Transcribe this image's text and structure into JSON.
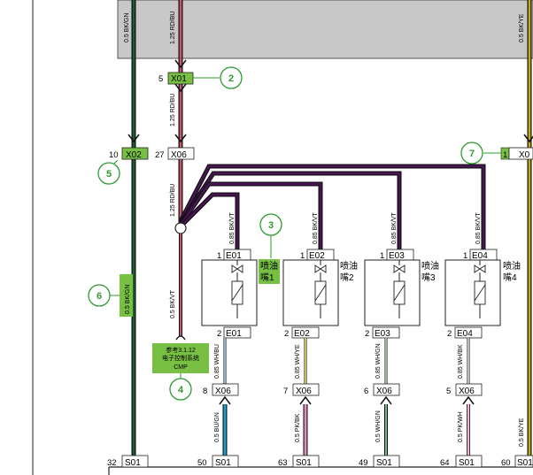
{
  "wires": {
    "left_bk_gn": "0.5 BK/GN",
    "left_bk_gn_lower": "0.5 BK/GN",
    "rd_bu_top": "1.25 RD/BU",
    "rd_bu_mid": "1.25 RD/BU",
    "rd_bu_low": "1.25 RD/BU",
    "bk_vt_branch": "0.5 BK/VT",
    "bk_vt_1": "0.85 BK/VT",
    "bk_vt_2": "0.85 BK/VT",
    "bk_vt_3": "0.85 BK/VT",
    "bk_vt_4": "0.85 BK/VT",
    "e01_out": "0.85 WH/BU",
    "e02_out": "0.85 WH/YE",
    "e03_out": "0.85 WH/GN",
    "e04_out": "0.85 WH/BK",
    "s01_50": "0.5 BU/GN",
    "s01_63": "0.5 PK/BK",
    "s01_49": "0.5 WH/GN",
    "s01_64": "0.5 PK/WH",
    "right_bk_ye_top": "0.5 BK/YE",
    "right_bk_ye_bottom": "0.5 BK/YE"
  },
  "connectors": {
    "x01": "X01",
    "x01_pin": "5",
    "x02": "X02",
    "x02_pin": "10",
    "x06_top": "X06",
    "x06_top_pin": "27",
    "x0_right": "X0",
    "x0_right_pin": "1",
    "e_top": [
      {
        "name": "E01",
        "pin": "1"
      },
      {
        "name": "E02",
        "pin": "1"
      },
      {
        "name": "E03",
        "pin": "1"
      },
      {
        "name": "E04",
        "pin": "1"
      }
    ],
    "e_bottom": [
      {
        "name": "E01",
        "pin": "2"
      },
      {
        "name": "E02",
        "pin": "2"
      },
      {
        "name": "E03",
        "pin": "2"
      },
      {
        "name": "E04",
        "pin": "2"
      }
    ],
    "x06_bottom": [
      {
        "name": "X06",
        "pin": "8"
      },
      {
        "name": "X06",
        "pin": "7"
      },
      {
        "name": "X06",
        "pin": "6"
      },
      {
        "name": "X06",
        "pin": "5"
      }
    ],
    "s01": [
      {
        "name": "S01",
        "pin": "32"
      },
      {
        "name": "S01",
        "pin": "50"
      },
      {
        "name": "S01",
        "pin": "63"
      },
      {
        "name": "S01",
        "pin": "49"
      },
      {
        "name": "S01",
        "pin": "64"
      },
      {
        "name": "S01",
        "pin": "60"
      }
    ]
  },
  "injectors": {
    "inj1_line1": "喷油",
    "inj1_line2": "嘴1",
    "inj2_line1": "喷油",
    "inj2_line2": "嘴2",
    "inj3_line1": "喷油",
    "inj3_line2": "嘴3",
    "inj4_line1": "喷油",
    "inj4_line2": "嘴4"
  },
  "callouts": [
    "2",
    "5",
    "7",
    "3",
    "6",
    "4"
  ],
  "note": {
    "line1": "参考3.1.12",
    "line2": "电子控制系统",
    "line3": "CMP"
  },
  "colors": {
    "connector_green": "#77c043",
    "callout_green": "#2e9a2e",
    "shade_grey": "#c8c8c8",
    "bk_gn": "#1f5d2a",
    "rd_bu": "#c8566c",
    "bk_vt": "#4a1456",
    "bk_ye": "#c9b000",
    "bu_gn": "#1aa0c8",
    "pk": "#e98cc4"
  }
}
